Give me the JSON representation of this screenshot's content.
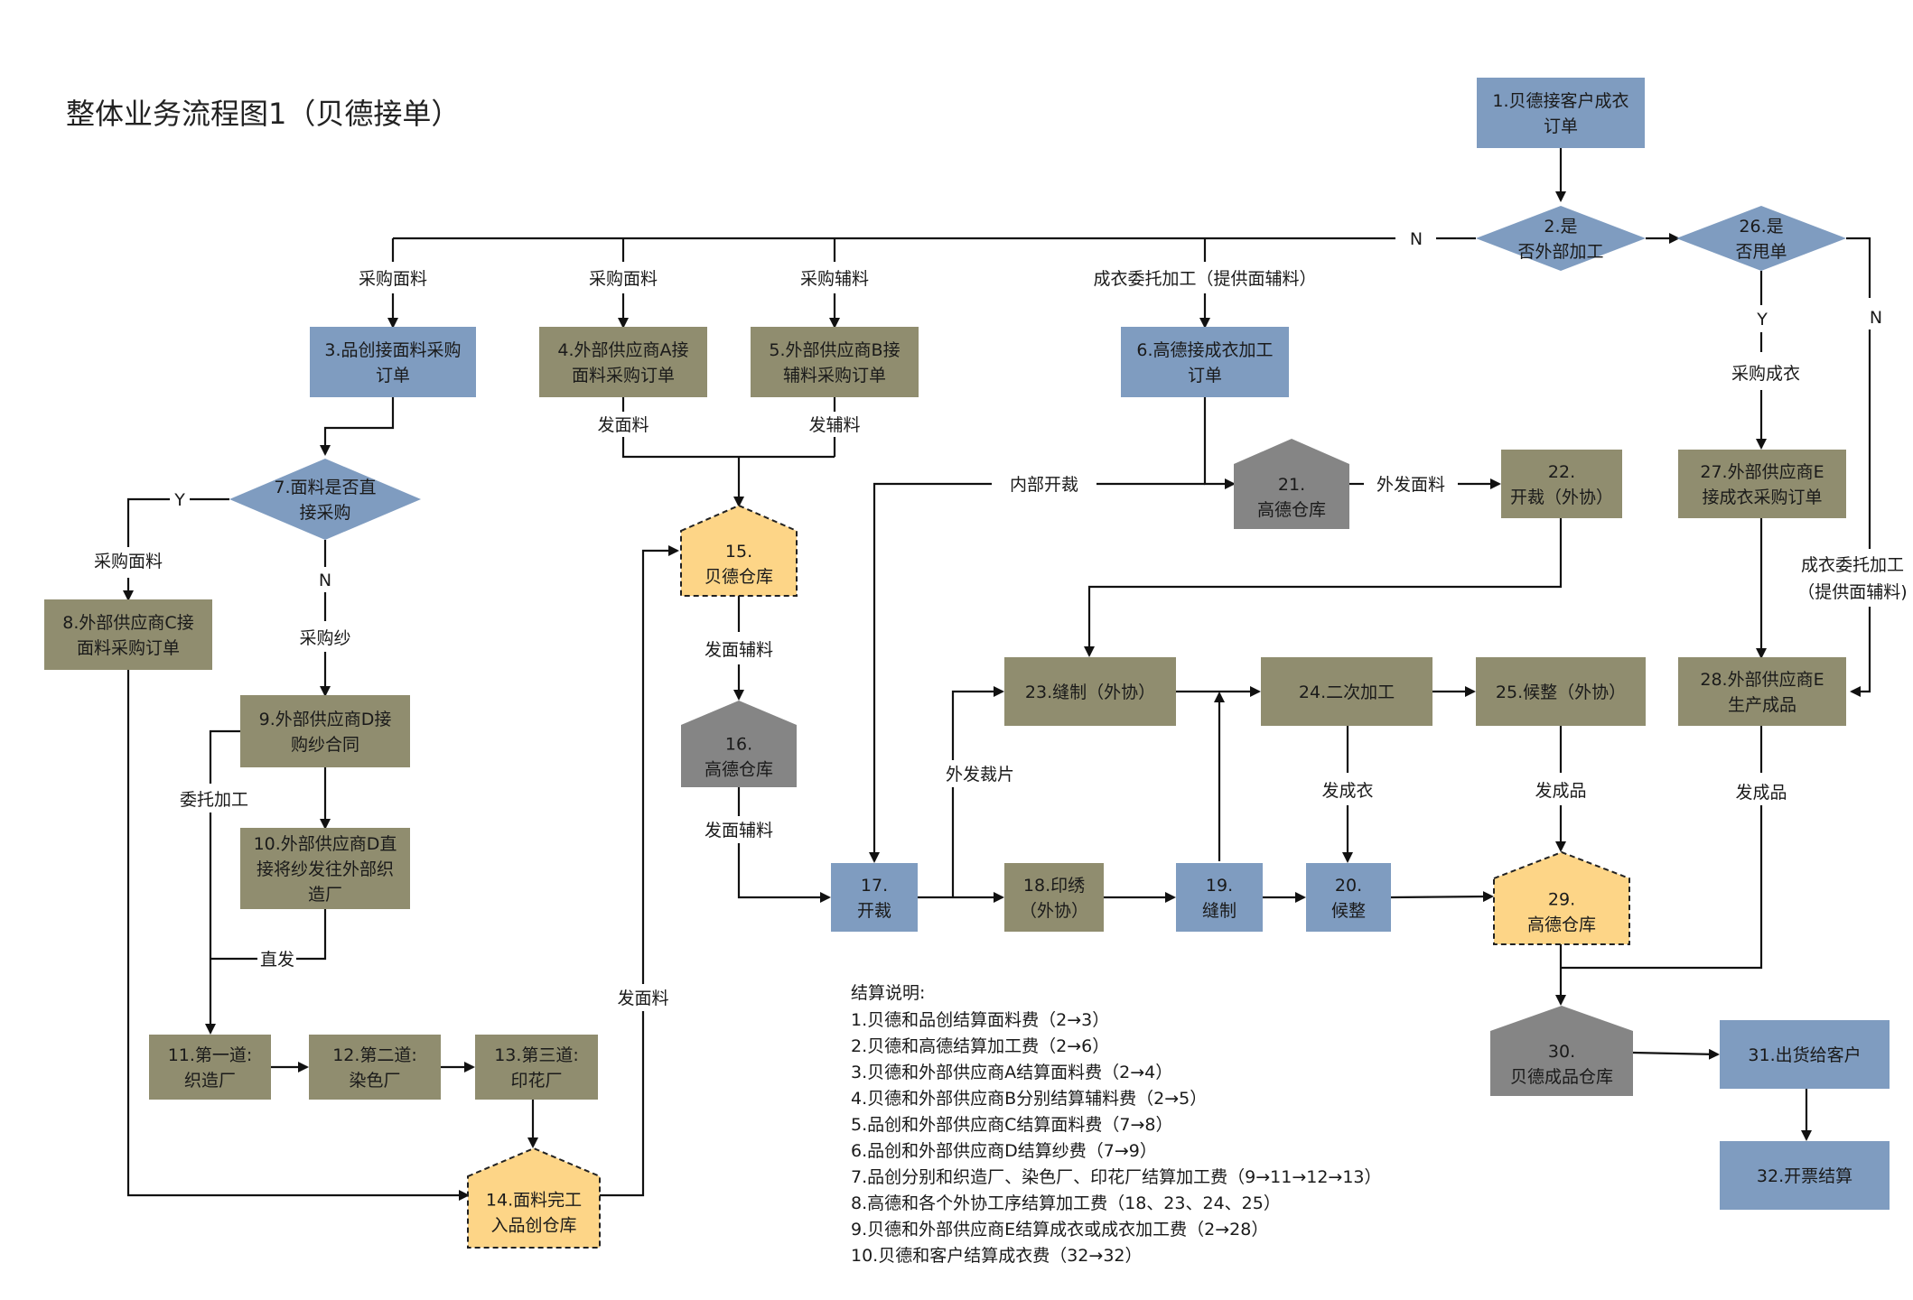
{
  "title": "整体业务流程图1（贝德接单）",
  "colors": {
    "blue": "#7f9cc0",
    "olive": "#908d6f",
    "gray": "#858585",
    "yellow": "#fdd587",
    "line": "#111111"
  },
  "nodes": {
    "n1": {
      "lines": [
        "1.贝德接客户成衣",
        "订单"
      ],
      "style": "blue"
    },
    "n2": {
      "lines": [
        "2.是",
        "否外部加工"
      ],
      "style": "blue"
    },
    "n26": {
      "lines": [
        "26.是",
        "否甩单"
      ],
      "style": "blue"
    },
    "n3": {
      "lines": [
        "3.品创接面料采购",
        "订单"
      ],
      "style": "blue"
    },
    "n4": {
      "lines": [
        "4.外部供应商A接",
        "面料采购订单"
      ],
      "style": "olive"
    },
    "n5": {
      "lines": [
        "5.外部供应商B接",
        "辅料采购订单"
      ],
      "style": "olive"
    },
    "n6": {
      "lines": [
        "6.高德接成衣加工",
        "订单"
      ],
      "style": "blue"
    },
    "n7": {
      "lines": [
        "7.面料是否直",
        "接采购"
      ],
      "style": "blue"
    },
    "n8": {
      "lines": [
        "8.外部供应商C接",
        "面料采购订单"
      ],
      "style": "olive"
    },
    "n9": {
      "lines": [
        "9.外部供应商D接",
        "购纱合同"
      ],
      "style": "olive"
    },
    "n10": {
      "lines": [
        "10.外部供应商D直",
        "接将纱发往外部织",
        "造厂"
      ],
      "style": "olive"
    },
    "n11": {
      "lines": [
        "11.第一道:",
        "织造厂"
      ],
      "style": "olive"
    },
    "n12": {
      "lines": [
        "12.第二道:",
        "染色厂"
      ],
      "style": "olive"
    },
    "n13": {
      "lines": [
        "13.第三道:",
        "印花厂"
      ],
      "style": "olive"
    },
    "n14": {
      "lines": [
        "14.面料完工",
        "入品创仓库"
      ],
      "style": "yellow"
    },
    "n15": {
      "lines": [
        "15.",
        "贝德仓库"
      ],
      "style": "yellow"
    },
    "n16": {
      "lines": [
        "16.",
        "高德仓库"
      ],
      "style": "gray"
    },
    "n17": {
      "lines": [
        "17.",
        "开裁"
      ],
      "style": "blue"
    },
    "n18": {
      "lines": [
        "18.印绣",
        "（外协）"
      ],
      "style": "olive"
    },
    "n19": {
      "lines": [
        "19.",
        "缝制"
      ],
      "style": "blue"
    },
    "n20": {
      "lines": [
        "20.",
        "候整"
      ],
      "style": "blue"
    },
    "n21": {
      "lines": [
        "21.",
        "高德仓库"
      ],
      "style": "gray"
    },
    "n22": {
      "lines": [
        "22.",
        "开裁（外协）"
      ],
      "style": "olive"
    },
    "n23": {
      "lines": [
        "23.缝制（外协）"
      ],
      "style": "olive"
    },
    "n24": {
      "lines": [
        "24.二次加工"
      ],
      "style": "olive"
    },
    "n25": {
      "lines": [
        "25.候整（外协）"
      ],
      "style": "olive"
    },
    "n27": {
      "lines": [
        "27.外部供应商E",
        "接成衣采购订单"
      ],
      "style": "olive"
    },
    "n28": {
      "lines": [
        "28.外部供应商E",
        "生产成品"
      ],
      "style": "olive"
    },
    "n29": {
      "lines": [
        "29.",
        "高德仓库"
      ],
      "style": "yellow"
    },
    "n30": {
      "lines": [
        "30.",
        "贝德成品仓库"
      ],
      "style": "gray"
    },
    "n31": {
      "lines": [
        "31.出货给客户"
      ],
      "style": "blue"
    },
    "n32": {
      "lines": [
        "32.开票结算"
      ],
      "style": "blue"
    }
  },
  "edge_labels": {
    "n": "N",
    "y": "Y",
    "buy_fabric": "采购面料",
    "buy_aux": "采购辅料",
    "garment_outsource": "成衣委托加工（提供面辅料）",
    "buy_garment": "采购成衣",
    "garment_outsource_l1": "成衣委托加工",
    "garment_outsource_l2": "（提供面辅料)",
    "send_fabric": "发面料",
    "send_aux": "发辅料",
    "internal_cut": "内部开裁",
    "external_fabric": "外发面料",
    "send_fabric_aux": "发面辅料",
    "buy_yarn": "采购纱",
    "commission": "委托加工",
    "direct_ship": "直发",
    "external_cut_pieces": "外发裁片",
    "send_garment": "发成衣",
    "send_finished": "发成品"
  },
  "settlement": {
    "heading": "结算说明:",
    "items": [
      "1.贝德和品创结算面料费（2→3）",
      "2.贝德和高德结算加工费（2→6）",
      "3.贝德和外部供应商A结算面料费（2→4）",
      "4.贝德和外部供应商B分别结算辅料费（2→5）",
      "5.品创和外部供应商C结算面料费（7→8）",
      "6.品创和外部供应商D结算纱费（7→9）",
      "7.品创分别和织造厂、染色厂、印花厂结算加工费（9→11→12→13）",
      "8.高德和各个外协工序结算加工费（18、23、24、25）",
      "9.贝德和外部供应商E结算成衣或成衣加工费（2→28）",
      "10.贝德和客户结算成衣费（32→32）"
    ]
  }
}
